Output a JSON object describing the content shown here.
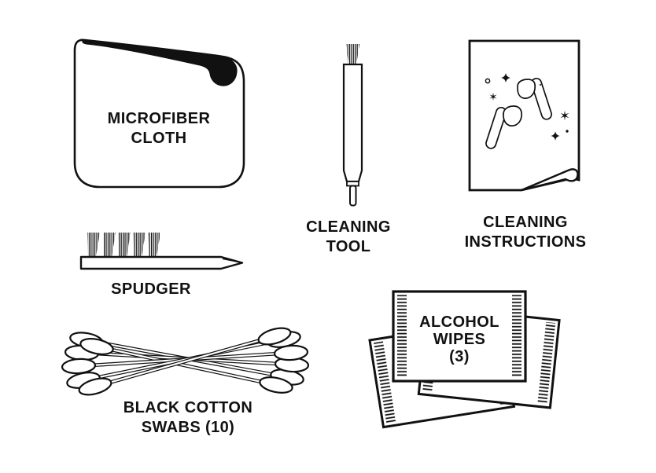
{
  "colors": {
    "background": "#ffffff",
    "ink": "#111111"
  },
  "items": {
    "microfiber_cloth": {
      "lines": [
        "MICROFIBER",
        "CLOTH"
      ]
    },
    "cleaning_tool": {
      "lines": [
        "CLEANING",
        "TOOL"
      ]
    },
    "cleaning_instructions": {
      "lines": [
        "CLEANING",
        "INSTRUCTIONS"
      ]
    },
    "spudger": {
      "lines": [
        "SPUDGER"
      ]
    },
    "black_cotton_swabs": {
      "lines": [
        "BLACK COTTON",
        "SWABS (10)"
      ],
      "count": 10
    },
    "alcohol_wipes": {
      "lines": [
        "ALCOHOL",
        "WIPES",
        "(3)"
      ],
      "count": 3
    }
  }
}
